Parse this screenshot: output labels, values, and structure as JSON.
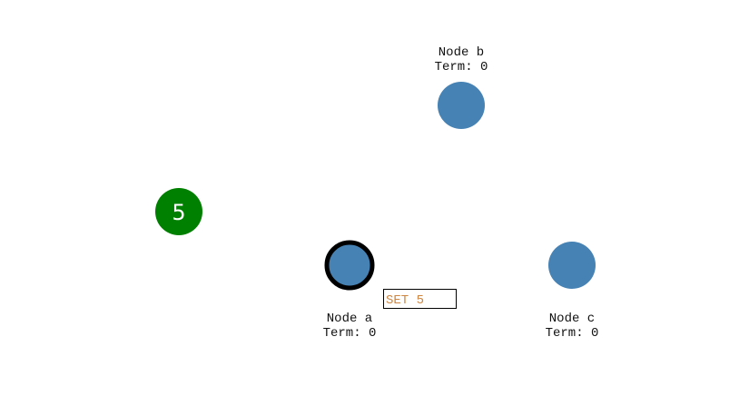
{
  "colors": {
    "node_fill": "#4682B4",
    "leader_stroke": "#000000",
    "client_fill": "#008000",
    "log_text": "#CD853F",
    "log_border": "#000000",
    "label_text": "#111111"
  },
  "client": {
    "value": "5"
  },
  "nodes": [
    {
      "name": "Node a",
      "term": "Term: 0",
      "leader": true
    },
    {
      "name": "Node b",
      "term": "Term: 0",
      "leader": false
    },
    {
      "name": "Node c",
      "term": "Term: 0",
      "leader": false
    }
  ],
  "log_entry": {
    "text": "SET 5"
  }
}
